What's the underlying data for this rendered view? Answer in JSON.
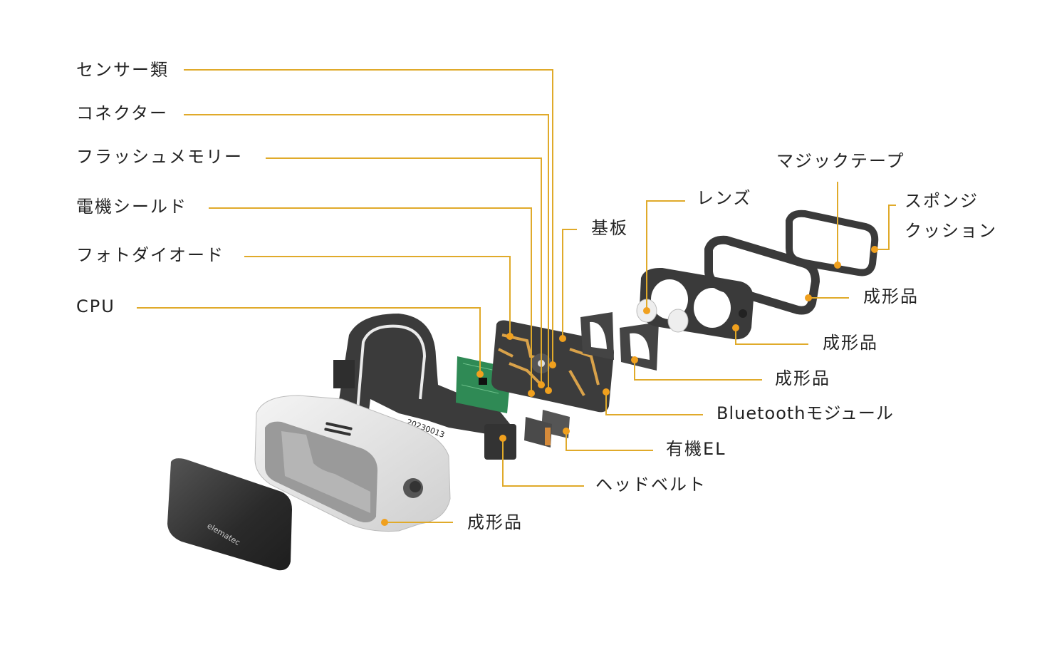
{
  "colors": {
    "leader": "#e0aa2a",
    "dot": "#f0a01e",
    "part_dark": "#3a3a3a",
    "pcb": "#2e7d4f"
  },
  "labels": {
    "sensors": "センサー類",
    "connector": "コネクター",
    "flash_memory": "フラッシュメモリー",
    "em_shield": "電機シールド",
    "photodiode": "フォトダイオード",
    "cpu": "CPU",
    "board": "基板",
    "lens": "レンズ",
    "magic_tape": "マジックテープ",
    "sponge_line1": "スポンジ",
    "sponge_line2": "クッション",
    "molded_1": "成形品",
    "molded_2": "成形品",
    "molded_3": "成形品",
    "bluetooth": "Bluetoothモジュール",
    "oled": "有機EL",
    "head_belt": "ヘッドベルト",
    "molded_front": "成形品"
  },
  "illustration": {
    "brand_logo": "elematec",
    "belt_print": "20230013"
  }
}
